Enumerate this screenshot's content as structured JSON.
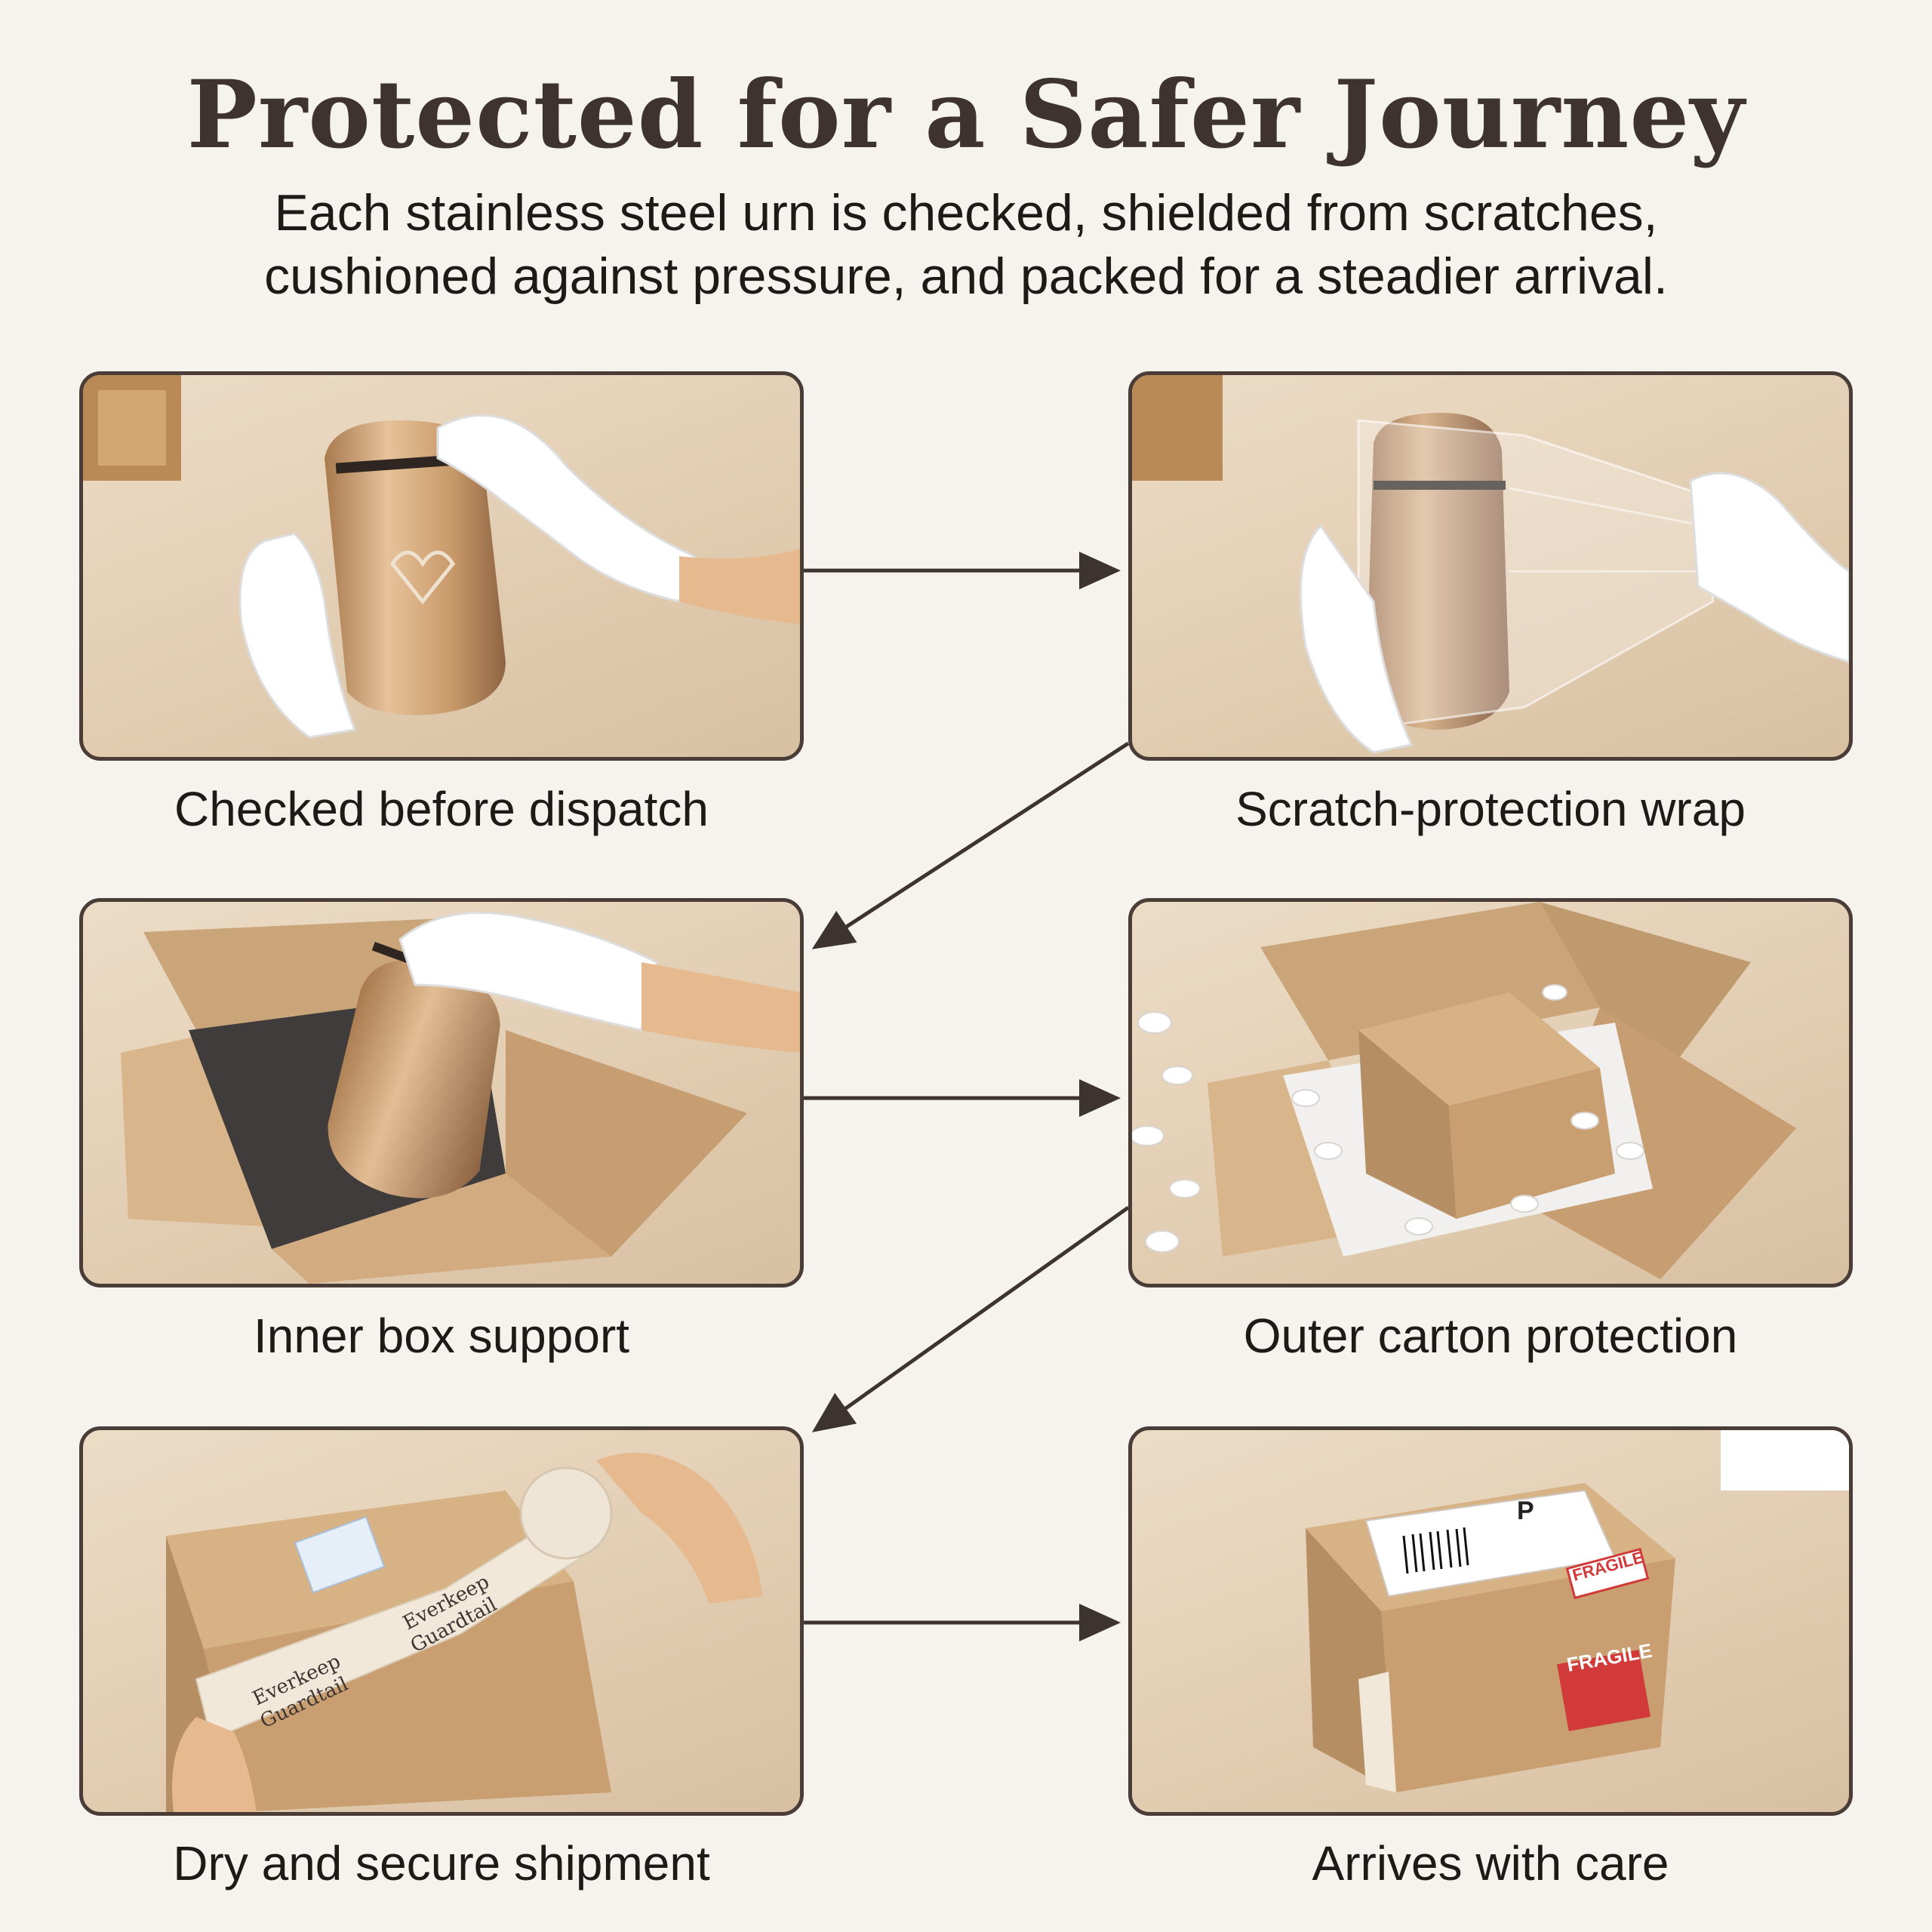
{
  "header": {
    "title": "Protected for a Safer Journey",
    "subtitle_line1": "Each stainless steel urn is checked, shielded from scratches,",
    "subtitle_line2": "cushioned against pressure, and packed for a steadier arrival."
  },
  "steps": [
    {
      "caption": "Checked before dispatch"
    },
    {
      "caption": "Scratch-protection wrap"
    },
    {
      "caption": "Inner box support"
    },
    {
      "caption": "Outer carton protection"
    },
    {
      "caption": "Dry and secure shipment"
    },
    {
      "caption": "Arrives with care"
    }
  ],
  "tape_text": {
    "line1": "Everkeep",
    "line2": "Guardtail"
  },
  "labels": {
    "fragile": "FRAGILE",
    "parcel_mark": "P"
  },
  "colors": {
    "title": "#3e3330",
    "panel_border": "#4a3c37",
    "arrow": "#3d3330",
    "urn_gold": "#c99a6a",
    "cardboard": "#c9a47a",
    "background": "#f6f3ee"
  }
}
